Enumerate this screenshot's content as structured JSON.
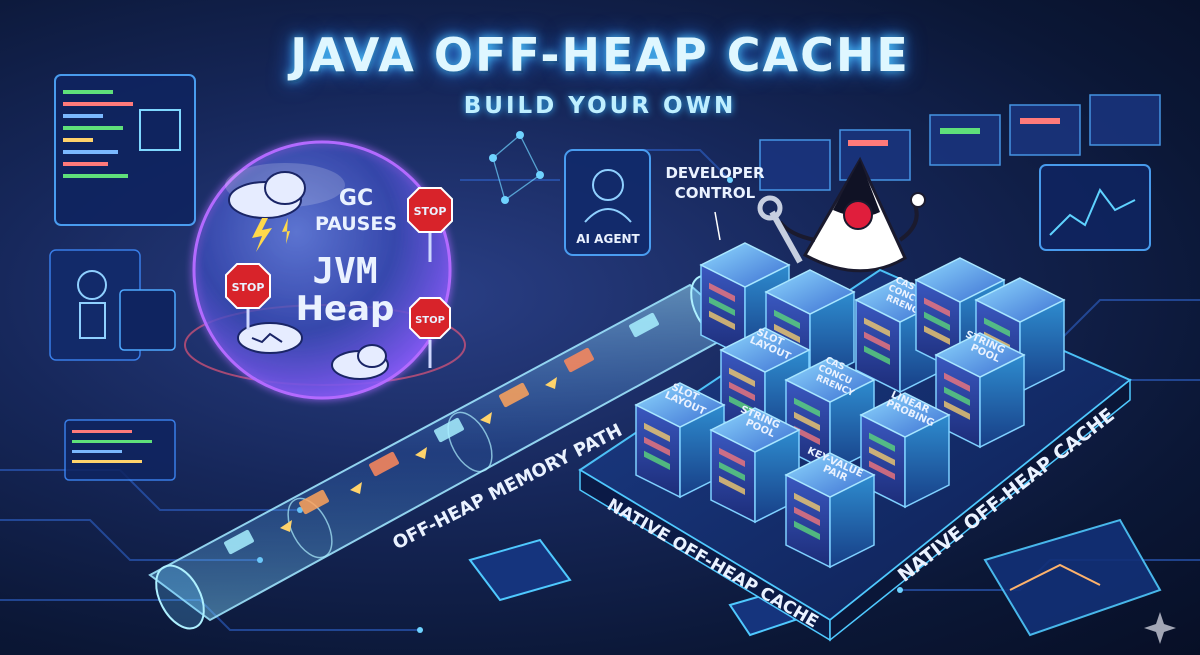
{
  "header": {
    "title": "JAVA OFF-HEAP CACHE",
    "subtitle": "BUILD YOUR OWN"
  },
  "heap_bubble": {
    "gc_line1": "GC",
    "gc_line2": "PAUSES",
    "jvm_line1": "JVM",
    "jvm_line2": "Heap",
    "stop_sign": "STOP"
  },
  "agent": {
    "label": "AI AGENT"
  },
  "developer": {
    "line1": "DEVELOPER",
    "line2": "CONTROL"
  },
  "pipe": {
    "label": "OFF-HEAP MEMORY PATH"
  },
  "cubes": {
    "slot_layout_1": "SLOT",
    "slot_layout_2": "LAYOUT",
    "cas_1": "CAS",
    "cas_2": "CONCU",
    "cas_3": "RRENCY",
    "string_1": "STRING",
    "string_2": "POOL",
    "linear_1": "LINEAR",
    "linear_2": "PROBING",
    "kv_1": "KEY-VALUE",
    "kv_2": "PAIR"
  },
  "native": {
    "label_left": "NATIVE OFF-HEAP CACHE",
    "label_right": "NATIVE OFF-HEAP CACHE"
  },
  "colors": {
    "accent_cyan": "#4fc9ff",
    "stop_red": "#d8232a",
    "deep_navy": "#0b1736",
    "purple_glow": "#b36bff"
  }
}
